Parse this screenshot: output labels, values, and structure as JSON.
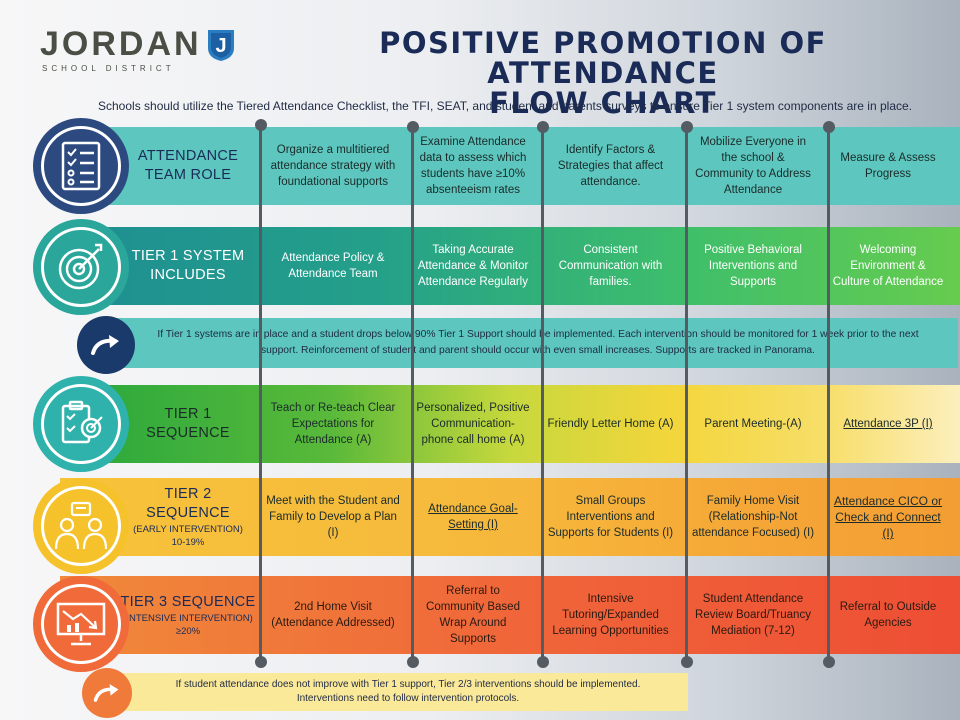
{
  "header": {
    "logo_word": "JORDAN",
    "logo_sub": "SCHOOL DISTRICT",
    "logo_letter": "J",
    "title_line1": "POSITIVE PROMOTION OF ATTENDANCE",
    "title_line2": "FLOW CHART",
    "subtitle": "Schools should utilize the Tiered Attendance Checklist, the TFI, SEAT, and student and parents surveys to ensure Tier 1 system components are in place."
  },
  "rows": {
    "team": {
      "label_line1": "ATTENDANCE",
      "label_line2": "TEAM ROLE",
      "cells": [
        "Organize a multitiered attendance strategy with foundational supports",
        "Examine Attendance data to assess which students have ≥10% absenteeism rates",
        "Identify Factors & Strategies that affect attendance.",
        "Mobilize Everyone in the school & Community to Address Attendance",
        "Measure & Assess Progress"
      ]
    },
    "tier1_system": {
      "label_line1": "TIER 1 SYSTEM",
      "label_line2": "INCLUDES",
      "cells": [
        "Attendance Policy & Attendance Team",
        "Taking Accurate Attendance & Monitor Attendance Regularly",
        "Consistent Communication with families.",
        "Positive Behavioral Interventions and Supports",
        "Welcoming Environment & Culture of Attendance"
      ]
    },
    "tier1_sequence": {
      "label_line1": "TIER 1",
      "label_line2": "SEQUENCE",
      "cells": [
        "Teach or Re-teach Clear Expectations for Attendance (A)",
        "Personalized, Positive Communication- phone call home (A)",
        "Friendly Letter Home (A)",
        "Parent Meeting-(A)",
        "Attendance 3P (I)"
      ]
    },
    "tier2": {
      "label_line1": "TIER 2",
      "label_line2": "SEQUENCE",
      "label_sub1": "(EARLY INTERVENTION)",
      "label_sub2": "10-19%",
      "cells": [
        "Meet with the Student and Family to Develop a Plan (I)",
        "Attendance Goal-Setting (I)",
        "Small Groups Interventions and Supports for Students (I)",
        "Family Home Visit (Relationship-Not attendance Focused) (I)",
        "Attendance CICO or Check and Connect (I)"
      ]
    },
    "tier3": {
      "label_line1": "TIER 3 SEQUENCE",
      "label_sub1": "(INTENSIVE INTERVENTION)",
      "label_sub2": "≥20%",
      "cells": [
        "2nd Home Visit (Attendance Addressed)",
        "Referral to Community Based Wrap Around Supports",
        "Intensive Tutoring/Expanded Learning Opportunities",
        "Student Attendance Review Board/Truancy Mediation (7-12)",
        "Referral to Outside Agencies"
      ]
    }
  },
  "info_bar_1": "If Tier 1 systems are in place and a student drops below 90% Tier 1 Support should be implemented. Each intervention should be monitored for 1 week prior to the next support. Reinforcement of student and parent should occur with even small increases. Supports are tracked in Panorama.",
  "info_bar_2_line1": "If student attendance does not improve with Tier 1 support, Tier 2/3 interventions should be implemented.",
  "info_bar_2_line2": "Interventions need to follow intervention protocols.",
  "icons": [
    "checklist-icon",
    "target-icon",
    "arrow-right-icon",
    "clipboard-target-icon",
    "people-chat-icon",
    "chart-presentation-icon"
  ],
  "colors": {
    "navy": "#1a2b57",
    "teal": "#5dc7bf",
    "green": "#27a73d",
    "yellow": "#f7c33a",
    "orange": "#f0663a"
  }
}
